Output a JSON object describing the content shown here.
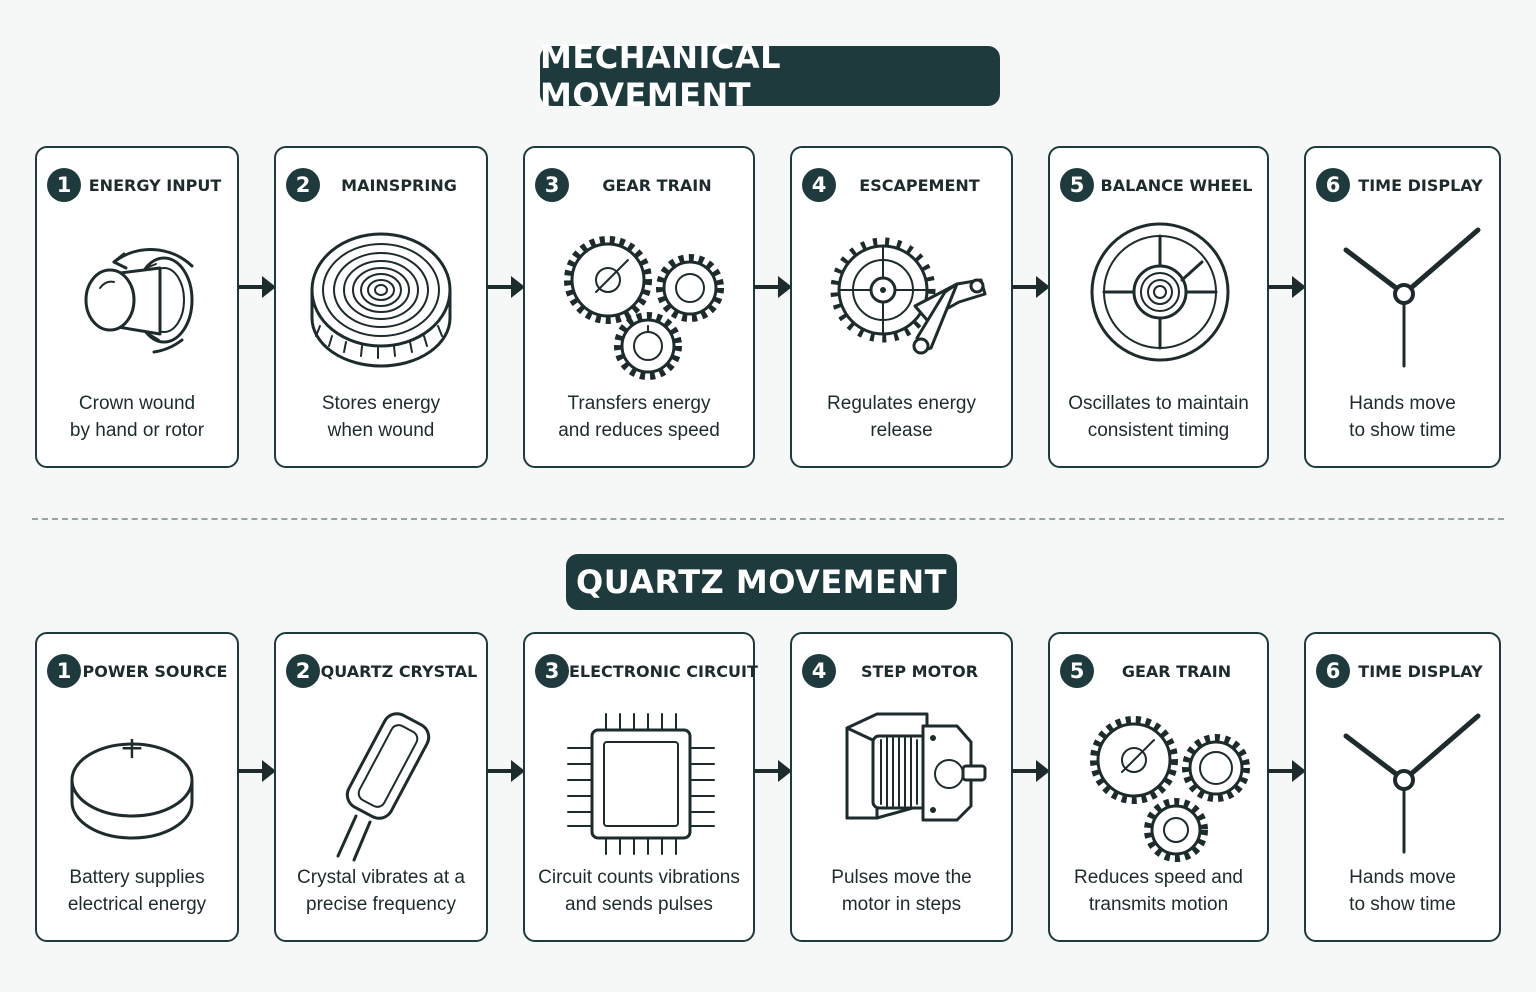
{
  "sections": {
    "mechanical": {
      "title": "MECHANICAL MOVEMENT",
      "steps": [
        {
          "num": "1",
          "title": "ENERGY INPUT",
          "desc_1": "Crown wound",
          "desc_2": "by hand or rotor",
          "icon": "crown-icon"
        },
        {
          "num": "2",
          "title": "MAINSPRING",
          "desc_1": "Stores energy",
          "desc_2": "when wound",
          "icon": "mainspring-icon"
        },
        {
          "num": "3",
          "title": "GEAR TRAIN",
          "desc_1": "Transfers energy",
          "desc_2": "and reduces speed",
          "icon": "gears-icon"
        },
        {
          "num": "4",
          "title": "ESCAPEMENT",
          "desc_1": "Regulates energy",
          "desc_2": "release",
          "icon": "escapement-icon"
        },
        {
          "num": "5",
          "title": "BALANCE WHEEL",
          "desc_1": "Oscillates to maintain",
          "desc_2": "consistent timing",
          "icon": "balance-wheel-icon"
        },
        {
          "num": "6",
          "title": "TIME DISPLAY",
          "desc_1": "Hands move",
          "desc_2": "to show time",
          "icon": "clock-hands-icon"
        }
      ]
    },
    "quartz": {
      "title": "QUARTZ MOVEMENT",
      "steps": [
        {
          "num": "1",
          "title": "POWER SOURCE",
          "desc_1": "Battery supplies",
          "desc_2": "electrical energy",
          "icon": "battery-icon",
          "icon_label": "+"
        },
        {
          "num": "2",
          "title": "QUARTZ CRYSTAL",
          "desc_1": "Crystal vibrates at a",
          "desc_2": "precise frequency",
          "icon": "quartz-crystal-icon"
        },
        {
          "num": "3",
          "title": "ELECTRONIC CIRCUIT",
          "desc_1": "Circuit counts vibrations",
          "desc_2": "and sends pulses",
          "icon": "circuit-chip-icon"
        },
        {
          "num": "4",
          "title": "STEP MOTOR",
          "desc_1": "Pulses move the",
          "desc_2": "motor in steps",
          "icon": "step-motor-icon"
        },
        {
          "num": "5",
          "title": "GEAR TRAIN",
          "desc_1": "Reduces speed and",
          "desc_2": "transmits motion",
          "icon": "gears-icon"
        },
        {
          "num": "6",
          "title": "TIME DISPLAY",
          "desc_1": "Hands move",
          "desc_2": "to show time",
          "icon": "clock-hands-icon"
        }
      ]
    }
  },
  "colors": {
    "banner": "#1e3a3c",
    "ink": "#1e2b2d",
    "card_bg": "#ffffff",
    "page_bg": "#f6f7f7",
    "divider": "#9aa3a4"
  }
}
